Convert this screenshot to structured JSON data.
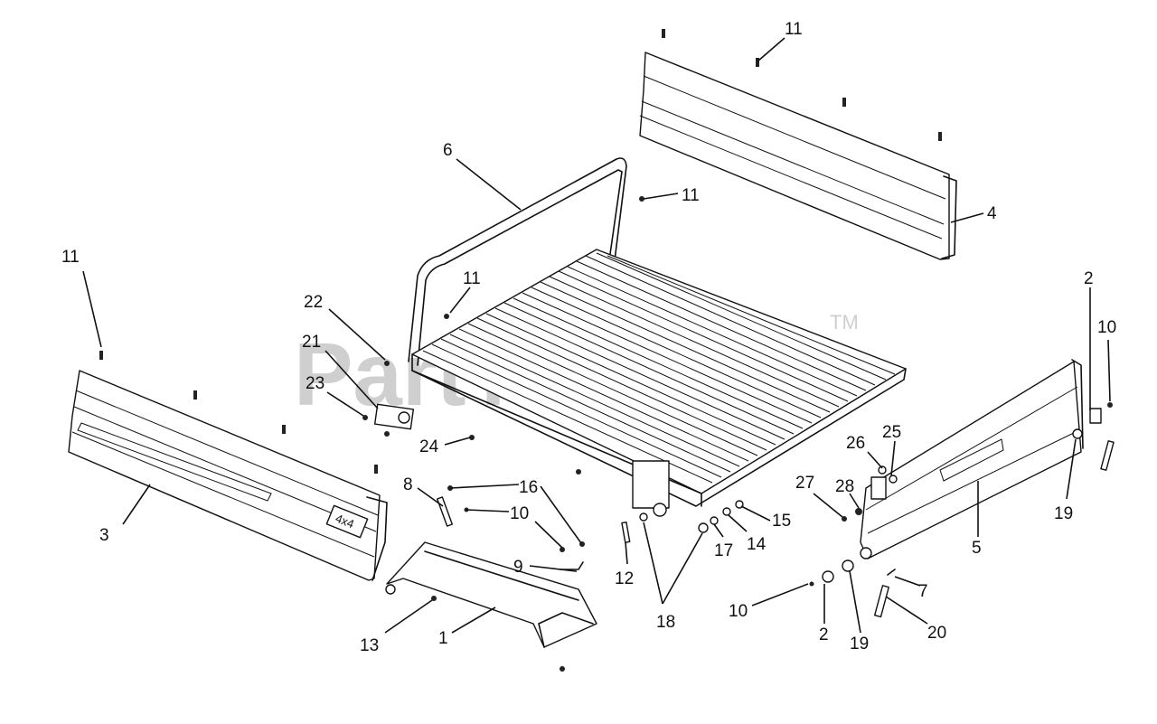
{
  "watermark": {
    "text": "PartTree",
    "trademark": "TM"
  },
  "callouts": {
    "c1": "1",
    "c2a": "2",
    "c2b": "2",
    "c3": "3",
    "c4": "4",
    "c5": "5",
    "c6": "6",
    "c7": "7",
    "c8": "8",
    "c9": "9",
    "c10a": "10",
    "c10b": "10",
    "c10c": "10",
    "c11a": "11",
    "c11b": "11",
    "c11c": "11",
    "c11d": "11",
    "c12": "12",
    "c13": "13",
    "c14": "14",
    "c15": "15",
    "c16": "16",
    "c17": "17",
    "c18": "18",
    "c19a": "19",
    "c19b": "19",
    "c20": "20",
    "c21": "21",
    "c22": "22",
    "c23": "23",
    "c24": "24",
    "c25": "25",
    "c26": "26",
    "c27": "27",
    "c28": "28"
  },
  "decal_text": "4x4"
}
